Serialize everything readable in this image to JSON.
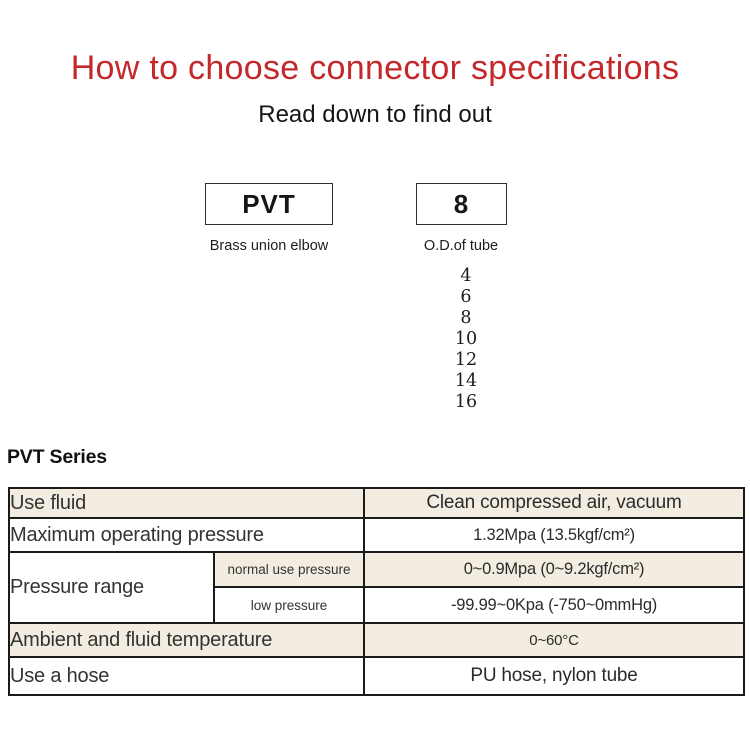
{
  "page": {
    "title": "How to choose connector specifications",
    "subtitle": "Read down to find out"
  },
  "selector": {
    "model": {
      "code": "PVT",
      "description": "Brass union elbow"
    },
    "tube": {
      "value": "8",
      "label": "O.D.of tube",
      "options": [
        "4",
        "6",
        "8",
        "10",
        "12",
        "14",
        "16"
      ]
    }
  },
  "series": {
    "heading": "PVT Series"
  },
  "spec_table": {
    "rows": [
      {
        "label": "Use fluid",
        "value": "Clean compressed air, vacuum"
      },
      {
        "label": "Maximum operating pressure",
        "value": "1.32Mpa (13.5kgf/cm²)"
      },
      {
        "label": "Pressure range",
        "sub_rows": [
          {
            "label": "normal use pressure",
            "value": "0~0.9Mpa (0~9.2kgf/cm²)"
          },
          {
            "label": "low pressure",
            "value": "-99.99~0Kpa (-750~0mmHg)"
          }
        ]
      },
      {
        "label": "Ambient and fluid temperature",
        "value": "0~60°C"
      },
      {
        "label": "Use a hose",
        "value": "PU hose, nylon tube"
      }
    ]
  },
  "colors": {
    "title_red": "#c5282a",
    "table_stripe_beige": "#f3ede1",
    "table_border": "#1a1a1a",
    "text_dark": "#2e2e2e"
  }
}
